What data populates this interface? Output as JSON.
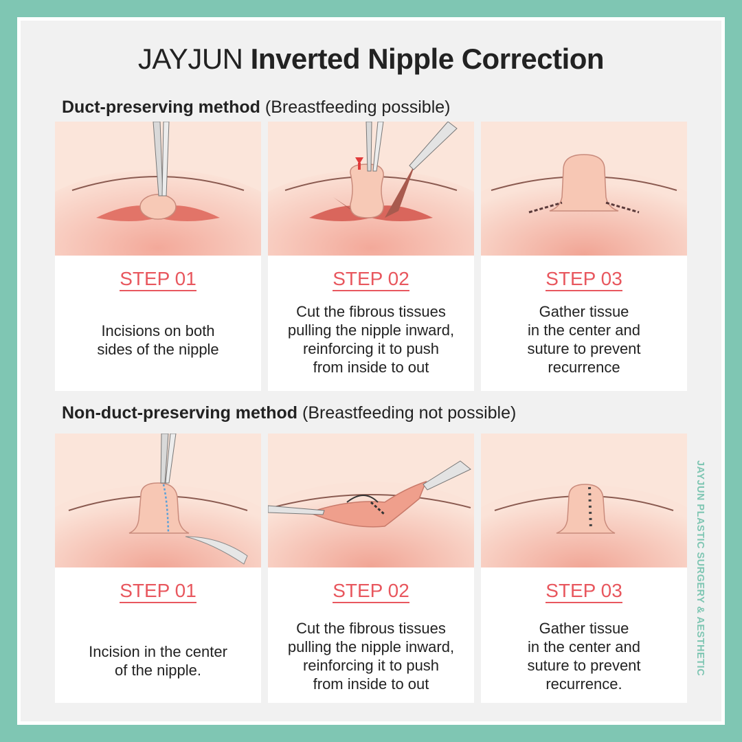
{
  "title": {
    "brand": "JAYJUN",
    "rest": "Inverted Nipple Correction"
  },
  "sections": [
    {
      "method": "Duct-preserving method",
      "note": "(Breastfeeding possible)",
      "steps": [
        {
          "label": "STEP 01",
          "lines": [
            "Incisions on both",
            "sides of the nipple"
          ]
        },
        {
          "label": "STEP 02",
          "lines": [
            "Cut the fibrous tissues",
            "pulling the nipple inward,",
            "reinforcing it to push",
            "from inside to out"
          ]
        },
        {
          "label": "STEP 03",
          "lines": [
            "Gather tissue",
            "in the center and",
            "suture to prevent",
            "recurrence"
          ]
        }
      ]
    },
    {
      "method": "Non-duct-preserving method",
      "note": "(Breastfeeding not possible)",
      "steps": [
        {
          "label": "STEP 01",
          "lines": [
            "Incision in the center",
            "of the nipple."
          ]
        },
        {
          "label": "STEP 02",
          "lines": [
            "Cut the fibrous tissues",
            "pulling the nipple inward,",
            "reinforcing it to push",
            "from inside to out"
          ]
        },
        {
          "label": "STEP 03",
          "lines": [
            "Gather tissue",
            "in the center and",
            "suture to prevent",
            "recurrence."
          ]
        }
      ]
    }
  ],
  "side_text": "JAYJUN PLASTIC SURGERY & AESTHETIC",
  "colors": {
    "border": "#7fc6b3",
    "step": "#e8575e",
    "skin": "#f6c8b6"
  }
}
